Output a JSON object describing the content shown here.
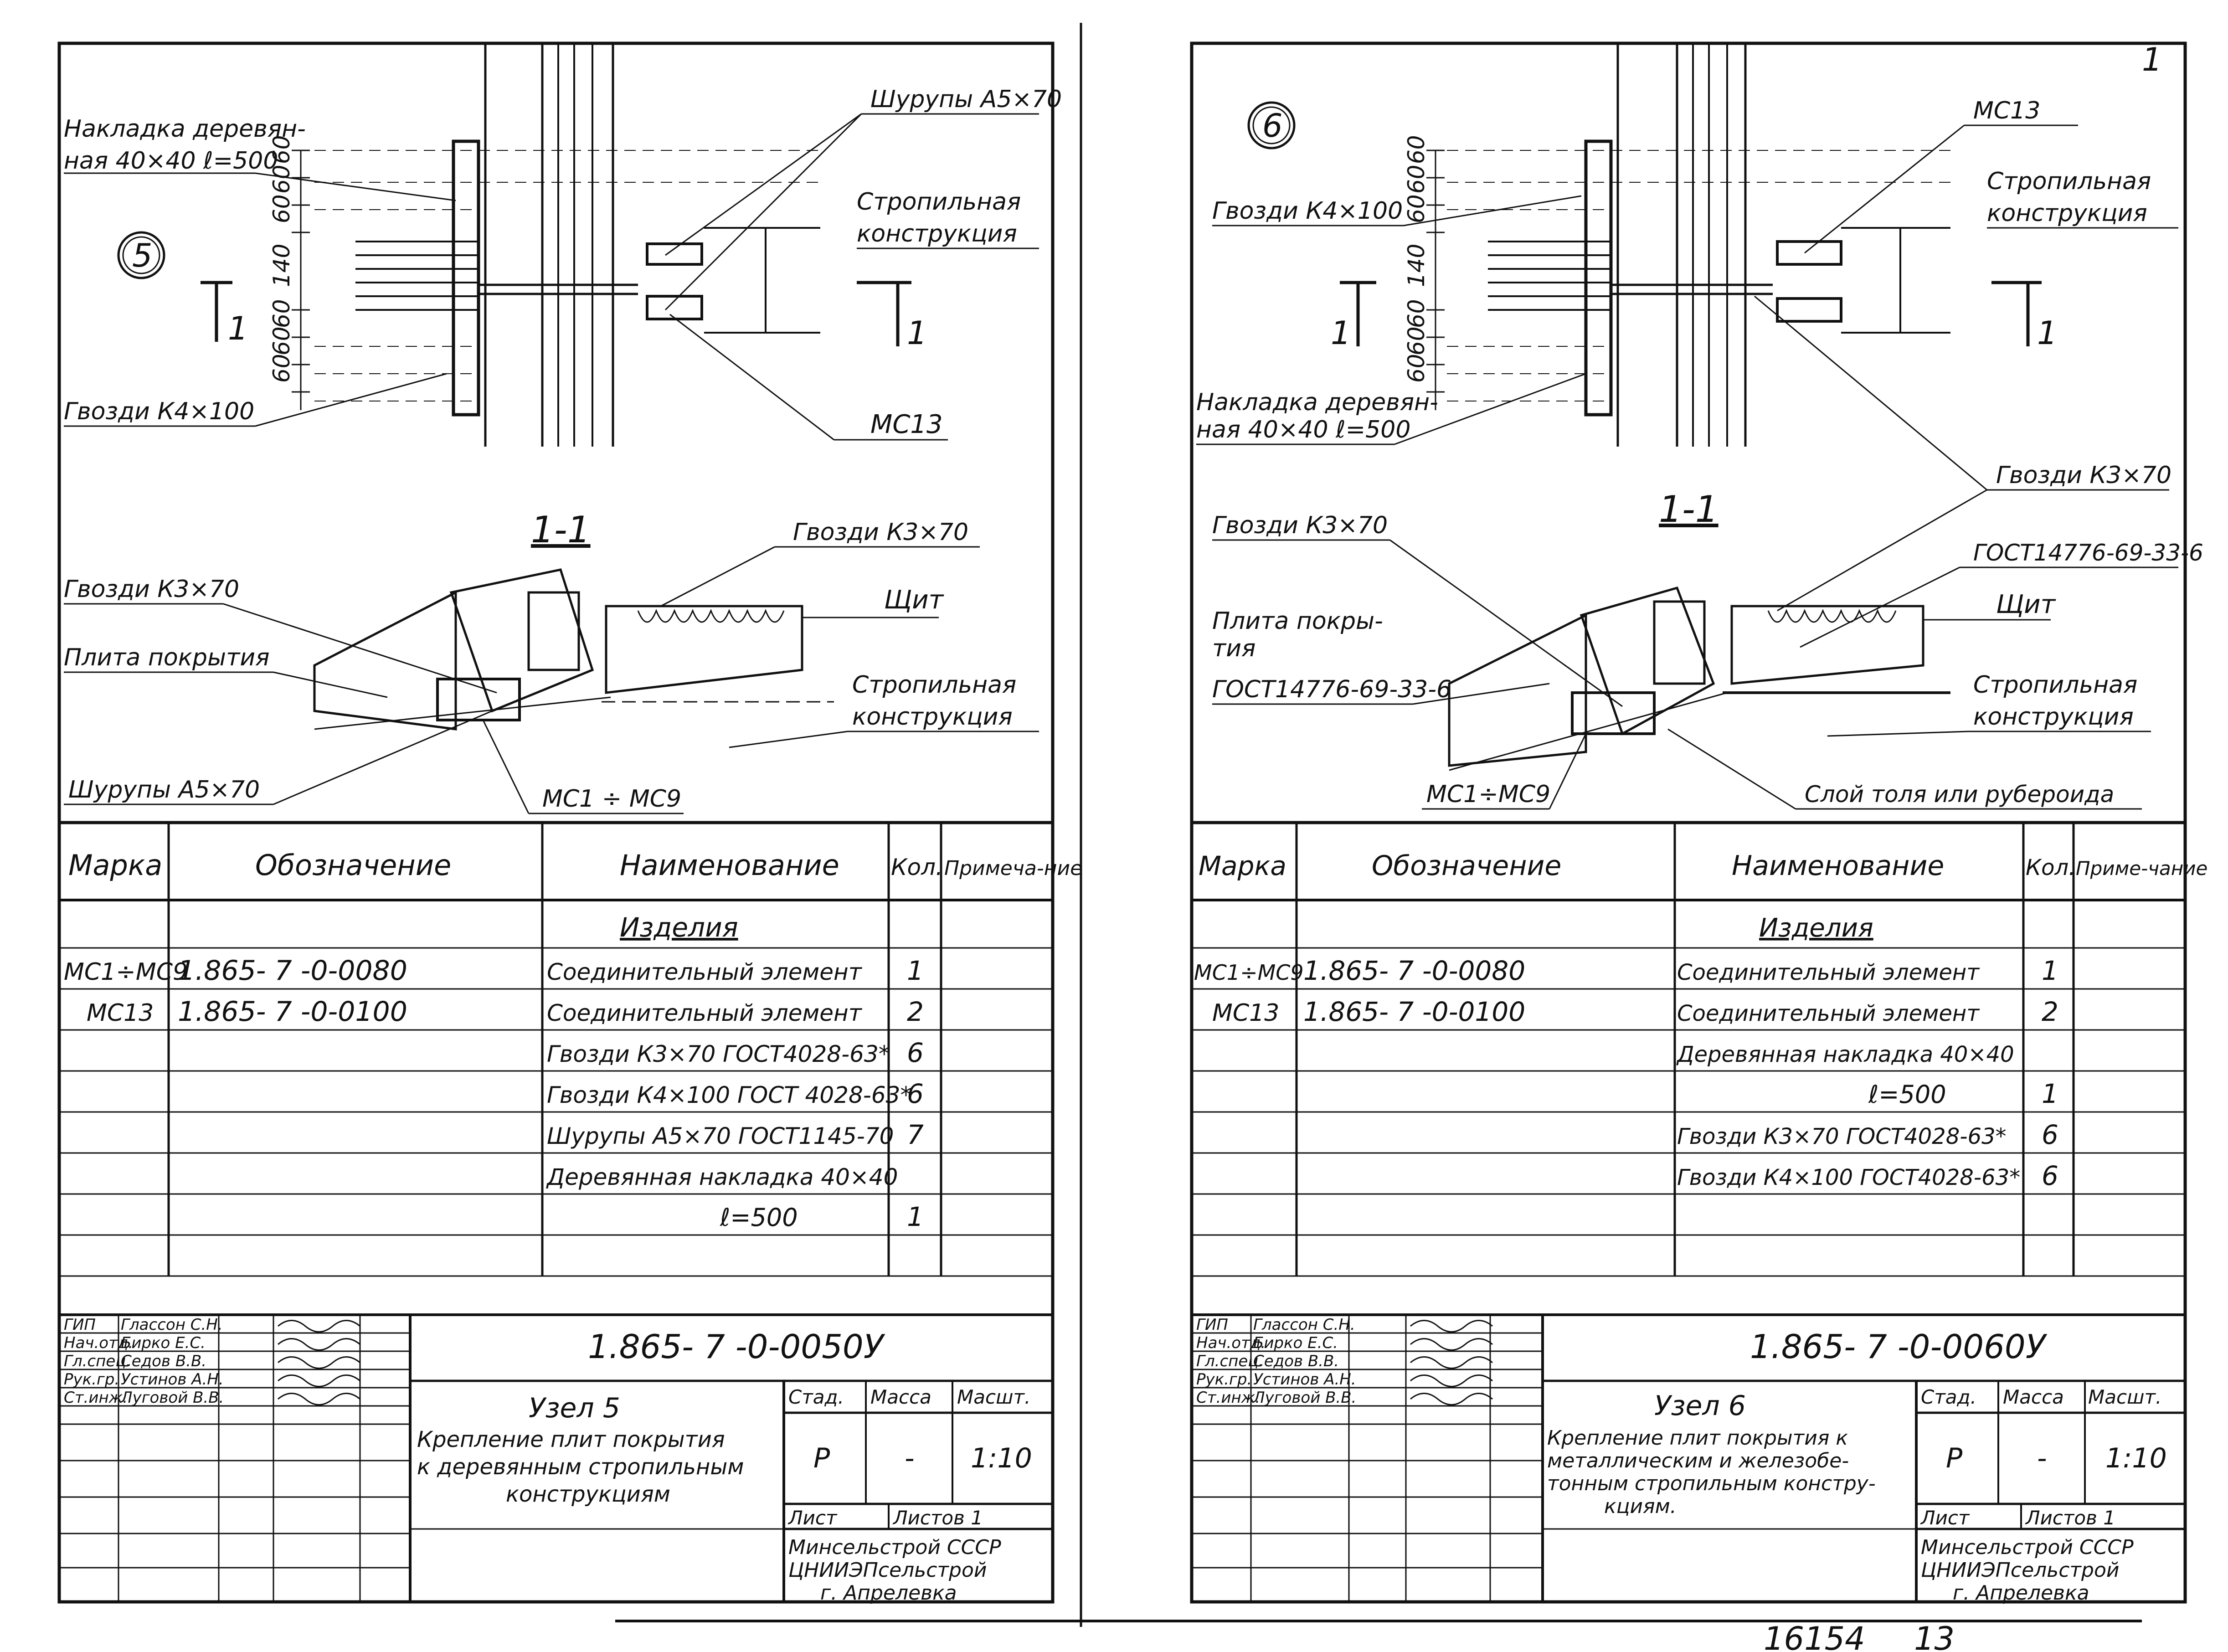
{
  "top_mark": "1",
  "bottom_code": "16154",
  "bottom_page": "13",
  "sheets": [
    {
      "node_number": "5",
      "section_mark": "1",
      "section_label": "1-1",
      "dims": [
        "60",
        "60",
        "60",
        "140",
        "60",
        "60",
        "60"
      ],
      "callouts": {
        "overlay": [
          "Накладка деревян-",
          "ная 40×40  ℓ=500"
        ],
        "screws_top": "Шурупы А5×70",
        "rafter_top": [
          "Стропильная",
          "конструкция"
        ],
        "nails_k4": "Гвозди К4×100",
        "ms13": "МС13",
        "nails_k3_right": "Гвозди К3×70",
        "nails_k3_left": "Гвозди К3×70",
        "shield": "Щит",
        "slab": "Плита покрытия",
        "rafter_bottom": [
          "Стропильная",
          "конструкция"
        ],
        "screws_bottom": "Шурупы А5×70",
        "ms1_9": "МС1 ÷ МС9"
      },
      "table": {
        "headers": [
          "Марка",
          "Обозначение",
          "Наименование",
          "Кол.",
          "Примеча-ние"
        ],
        "section": "Изделия",
        "rows": [
          {
            "mark": "МС1÷МС9",
            "designation": "1.865- 7 -0-0080",
            "name": "Соединительный элемент",
            "qty": "1"
          },
          {
            "mark": "МС13",
            "designation": "1.865- 7 -0-0100",
            "name": "Соединительный элемент",
            "qty": "2"
          },
          {
            "mark": "",
            "designation": "",
            "name": "Гвозди К3×70 ГОСТ4028-63*",
            "qty": "6"
          },
          {
            "mark": "",
            "designation": "",
            "name": "Гвозди К4×100 ГОСТ 4028-63*",
            "qty": "6"
          },
          {
            "mark": "",
            "designation": "",
            "name": "Шурупы А5×70 ГОСТ1145-70",
            "qty": "7"
          },
          {
            "mark": "",
            "designation": "",
            "name": "Деревянная накладка 40×40",
            "qty": ""
          },
          {
            "mark": "",
            "designation": "",
            "name": "ℓ=500",
            "qty": "1"
          }
        ]
      },
      "stamp": {
        "roles": [
          {
            "role": "ГИП",
            "name": "Глассон С.Н."
          },
          {
            "role": "Нач.отд.",
            "name": "Бирко Е.С."
          },
          {
            "role": "Гл.спец.",
            "name": "Седов В.В."
          },
          {
            "role": "Рук.гр.",
            "name": "Устинов А.Н."
          },
          {
            "role": "Ст.инж.",
            "name": "Луговой В.В."
          }
        ],
        "code": "1.865- 7 -0-0050У",
        "node_title": "Узел 5",
        "description": [
          "Крепление плит покрытия",
          "к деревянным стропильным",
          "конструкциям"
        ],
        "stage_label": "Стад.",
        "mass_label": "Масса",
        "scale_label": "Масшт.",
        "stage": "Р",
        "mass": "-",
        "scale": "1:10",
        "sheet_label": "Лист",
        "sheets_label": "Листов 1",
        "org": [
          "Минсельстрой СССР",
          "ЦНИИЭПсельстрой",
          "г. Апрелевка"
        ]
      }
    },
    {
      "node_number": "6",
      "section_mark": "1",
      "section_label": "1-1",
      "dims": [
        "60",
        "60",
        "60",
        "140",
        "60",
        "60",
        "60"
      ],
      "callouts": {
        "ms13": "МС13",
        "rafter_top": [
          "Стропильная",
          "конструкция"
        ],
        "nails_k4": "Гвозди К4×100",
        "overlay": [
          "Накладка деревян-",
          "ная 40×40  ℓ=500"
        ],
        "nails_k3_right": "Гвозди К3×70",
        "nails_k3_left": "Гвозди К3×70",
        "gost": "ГОСТ14776-69-33-6",
        "slab": [
          "Плита покры-",
          "тия",
          "ГОСТ14776-69-33-6"
        ],
        "shield": "Щит",
        "rafter_bottom": [
          "Стропильная",
          "конструкция"
        ],
        "ms1_9": "МС1÷МС9",
        "layer": "Слой толя или рубероида"
      },
      "table": {
        "headers": [
          "Марка",
          "Обозначение",
          "Наименование",
          "Кол.",
          "Приме-чание"
        ],
        "section": "Изделия",
        "rows": [
          {
            "mark": "МС1÷МС9",
            "designation": "1.865- 7 -0-0080",
            "name": "Соединительный элемент",
            "qty": "1"
          },
          {
            "mark": "МС13",
            "designation": "1.865- 7 -0-0100",
            "name": "Соединительный элемент",
            "qty": "2"
          },
          {
            "mark": "",
            "designation": "",
            "name": "Деревянная накладка 40×40",
            "qty": ""
          },
          {
            "mark": "",
            "designation": "",
            "name": "ℓ=500",
            "qty": "1"
          },
          {
            "mark": "",
            "designation": "",
            "name": "Гвозди К3×70 ГОСТ4028-63*",
            "qty": "6"
          },
          {
            "mark": "",
            "designation": "",
            "name": "Гвозди К4×100 ГОСТ4028-63*",
            "qty": "6"
          },
          {
            "mark": "",
            "designation": "",
            "name": "",
            "qty": ""
          }
        ]
      },
      "stamp": {
        "roles": [
          {
            "role": "ГИП",
            "name": "Глассон С.Н."
          },
          {
            "role": "Нач.отд.",
            "name": "Бирко Е.С."
          },
          {
            "role": "Гл.спец.",
            "name": "Седов В.В."
          },
          {
            "role": "Рук.гр.",
            "name": "Устинов А.Н."
          },
          {
            "role": "Ст.инж.",
            "name": "Луговой В.В."
          }
        ],
        "code": "1.865- 7 -0-0060У",
        "node_title": "Узел 6",
        "description": [
          "Крепление плит покрытия к",
          "металлическим и железобе-",
          "тонным стропильным констру-",
          "кциям."
        ],
        "stage_label": "Стад.",
        "mass_label": "Масса",
        "scale_label": "Масшт.",
        "stage": "Р",
        "mass": "-",
        "scale": "1:10",
        "sheet_label": "Лист",
        "sheets_label": "Листов 1",
        "org": [
          "Минсельстрой СССР",
          "ЦНИИЭПсельстрой",
          "г. Апрелевка"
        ]
      }
    }
  ]
}
